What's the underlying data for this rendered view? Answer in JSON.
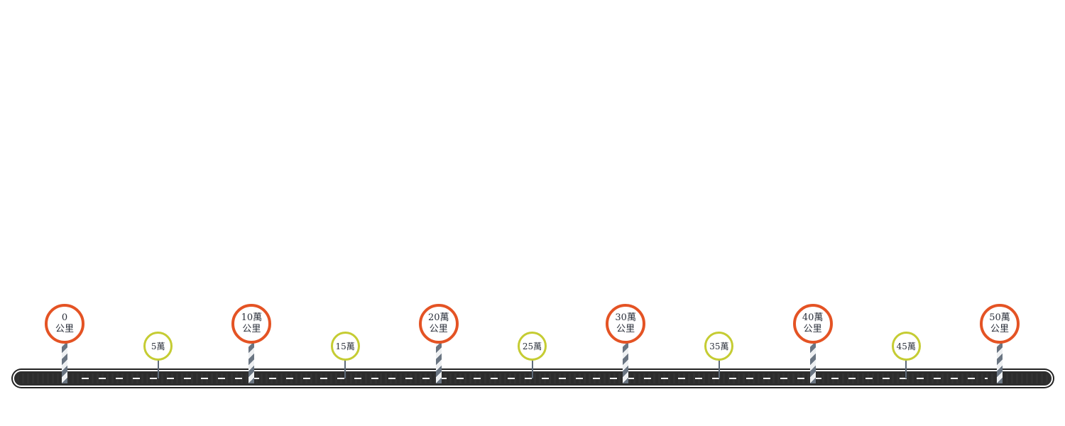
{
  "diagram": {
    "road": {
      "color": "#2e2e2e",
      "lane_color": "#f2f2f2"
    },
    "major_color": "#e45324",
    "minor_color": "#c5cc33",
    "markers": [
      {
        "value": 0,
        "type": "major",
        "line1": "0",
        "line2": "公里"
      },
      {
        "value": 50000,
        "type": "minor",
        "line1": "5萬"
      },
      {
        "value": 100000,
        "type": "major",
        "line1": "10萬",
        "line2": "公里"
      },
      {
        "value": 150000,
        "type": "minor",
        "line1": "15萬"
      },
      {
        "value": 200000,
        "type": "major",
        "line1": "20萬",
        "line2": "公里"
      },
      {
        "value": 250000,
        "type": "minor",
        "line1": "25萬"
      },
      {
        "value": 300000,
        "type": "major",
        "line1": "30萬",
        "line2": "公里"
      },
      {
        "value": 350000,
        "type": "minor",
        "line1": "35萬"
      },
      {
        "value": 400000,
        "type": "major",
        "line1": "40萬",
        "line2": "公里"
      },
      {
        "value": 450000,
        "type": "minor",
        "line1": "45萬"
      },
      {
        "value": 500000,
        "type": "major",
        "line1": "50萬",
        "line2": "公里"
      }
    ]
  }
}
